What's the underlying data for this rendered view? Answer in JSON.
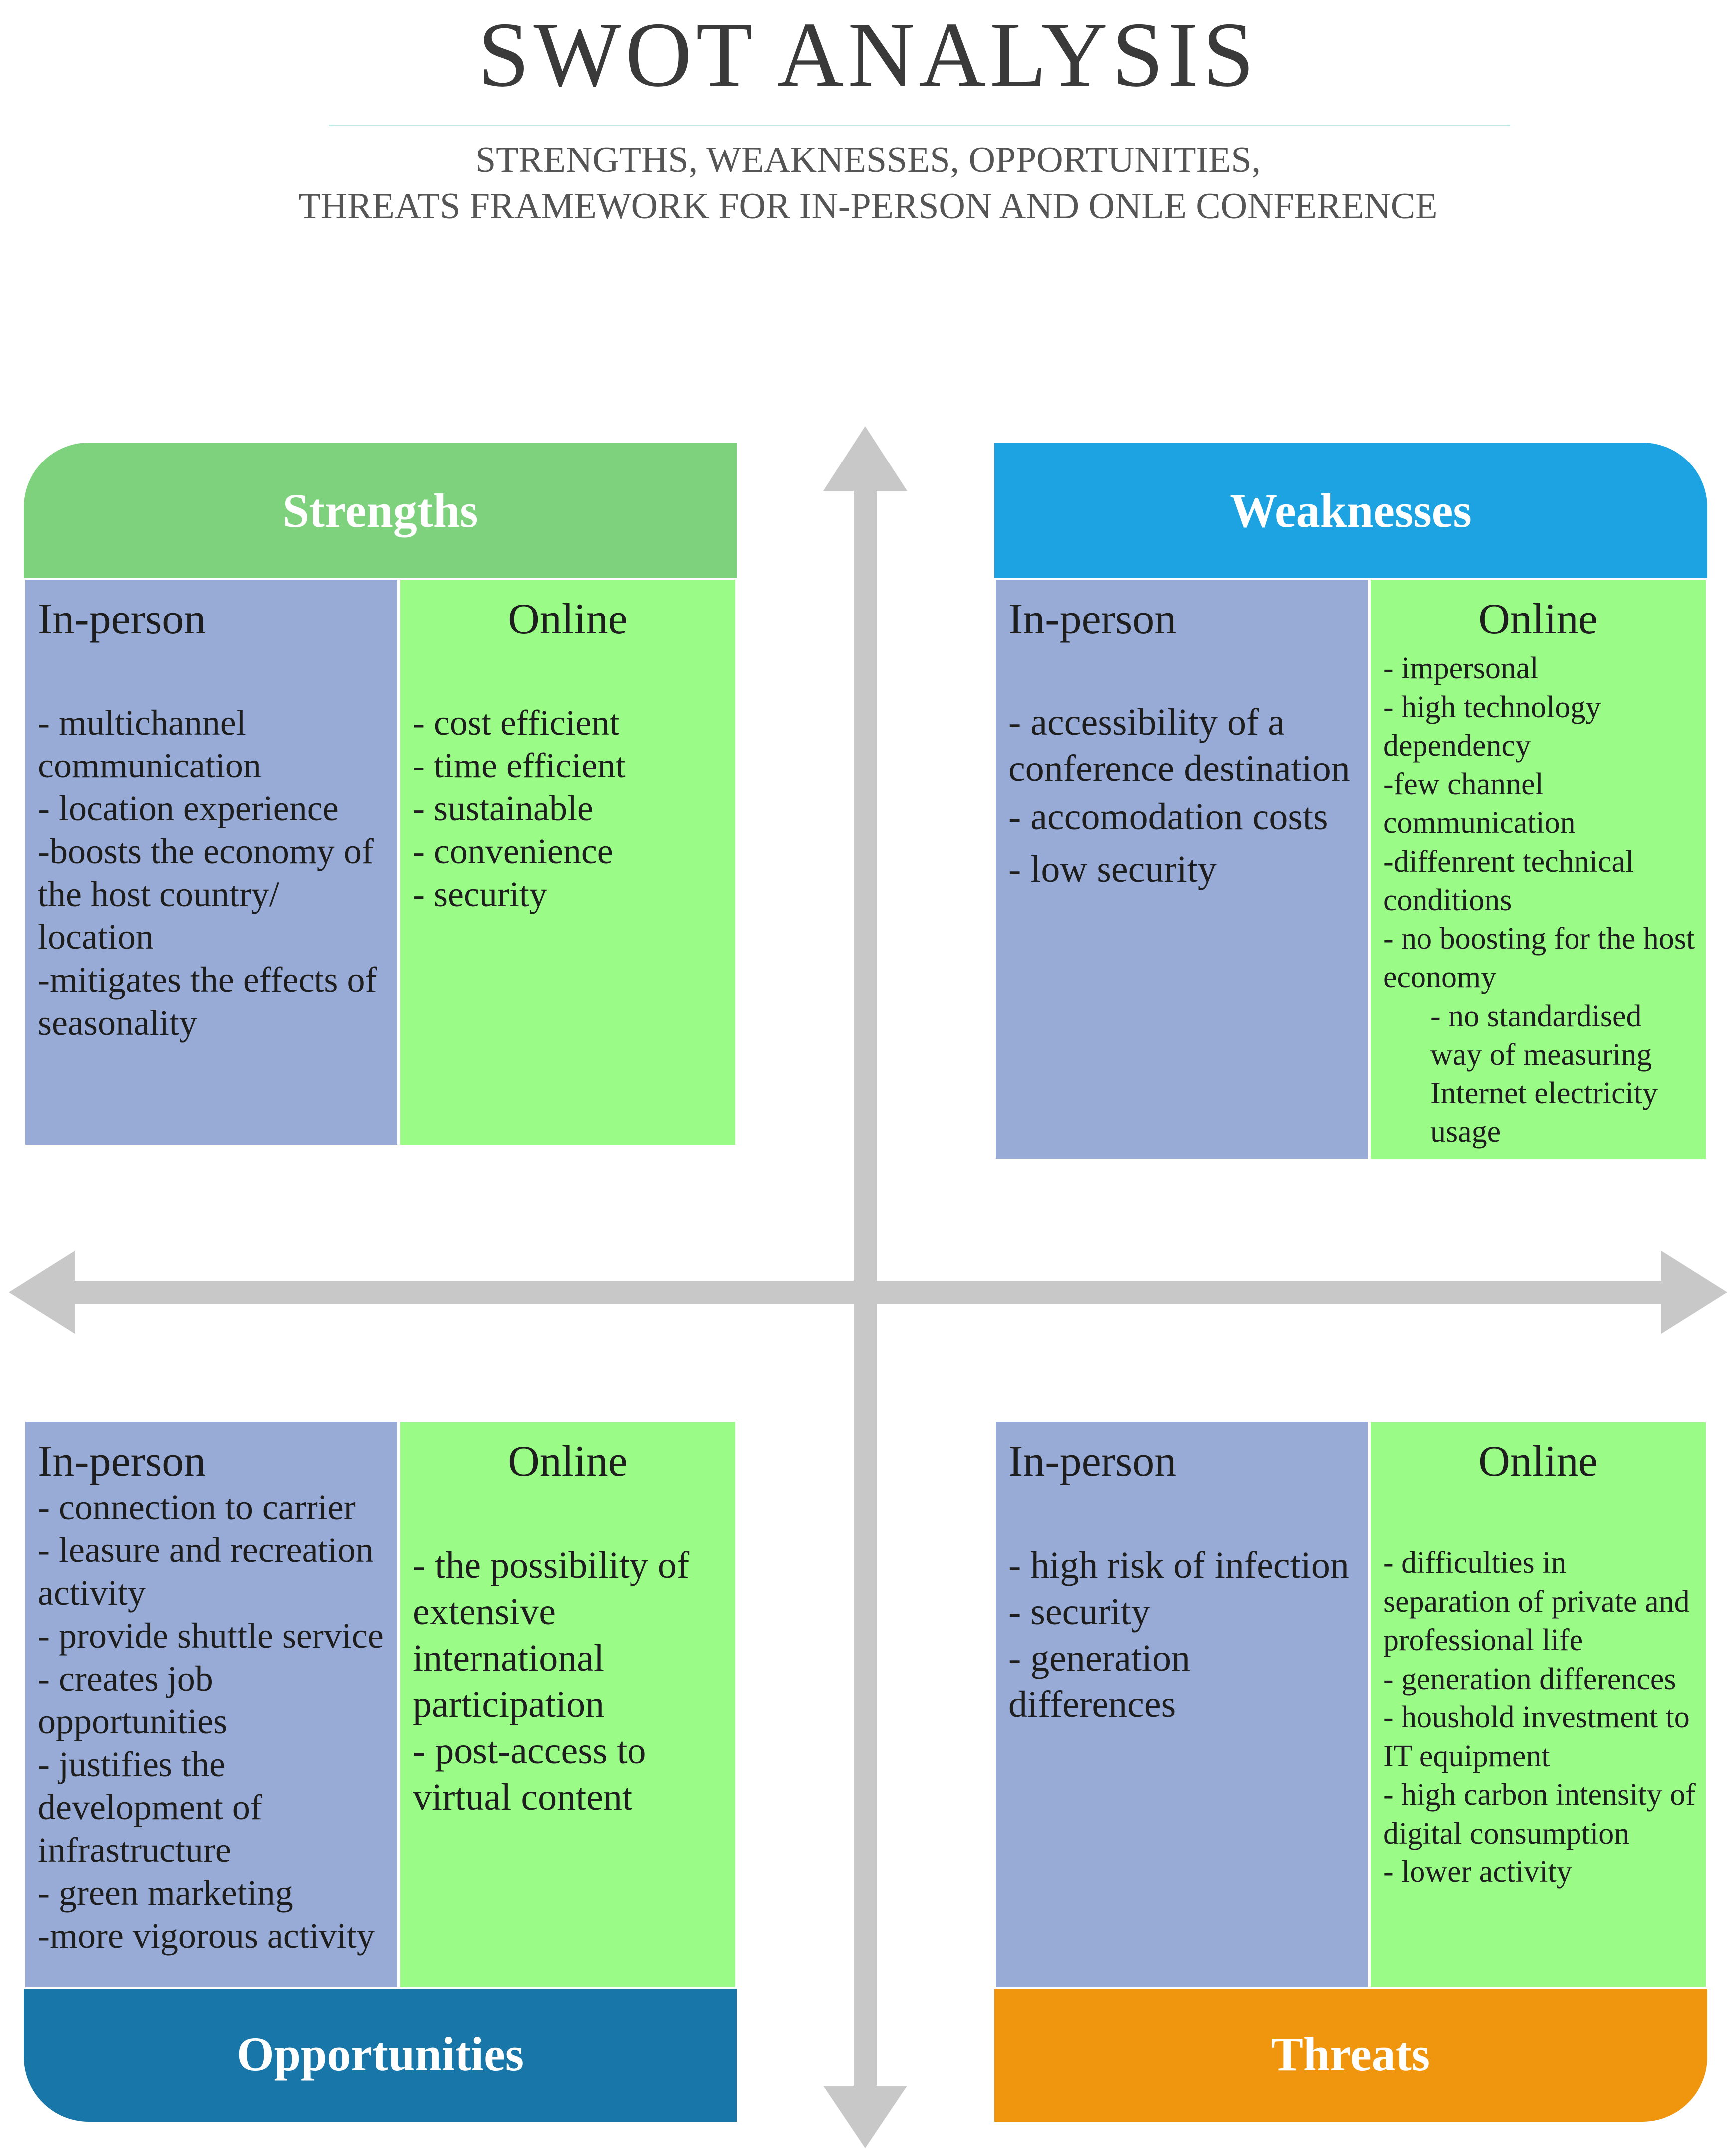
{
  "title": "SWOT ANALYSIS",
  "subtitle_line1": "STRENGTHS, WEAKNESSES, OPPORTUNITIES,",
  "subtitle_line2": "THREATS FRAMEWORK FOR IN-PERSON AND ONLE CONFERENCE",
  "colors": {
    "strengths": "#7ed27e",
    "weaknesses": "#1ea3e2",
    "opportunities": "#1877a8",
    "threats": "#f0960e",
    "in_person_cell": "#97abd6",
    "online_cell": "#9afc86",
    "axis": "#c8c8c8"
  },
  "strengths": {
    "label": "Strengths",
    "in_person": {
      "title": "In-person",
      "items": [
        "- multichannel communication",
        "- location experience",
        "-boosts the economy of the host country/ location",
        "-mitigates the effects of seasonality"
      ]
    },
    "online": {
      "title": "Online",
      "items": [
        "- cost efficient",
        "- time efficient",
        "- sustainable",
        "- convenience",
        "- security"
      ]
    }
  },
  "weaknesses": {
    "label": "Weaknesses",
    "in_person": {
      "title": "In-person",
      "items": [
        "- accessibility of a conference destination",
        "- accomodation costs",
        "- low security"
      ]
    },
    "online": {
      "title": "Online",
      "items": [
        "- impersonal",
        "- high technology dependency",
        "-few channel communication",
        "-diffenrent technical conditions",
        "- no boosting for the host economy",
        "- no standardised way of measuring Internet electricity usage"
      ]
    }
  },
  "opportunities": {
    "label": "Opportunities",
    "in_person": {
      "title": "In-person",
      "items": [
        "- connection to carrier",
        "- leasure and recreation activity",
        "- provide shuttle service",
        "- creates job opportunities",
        "- justifies the development of infrastructure",
        "- green marketing",
        "-more vigorous activity"
      ]
    },
    "online": {
      "title": "Online",
      "items": [
        "- the possibility of extensive international participation",
        "- post-access to virtual content"
      ]
    }
  },
  "threats": {
    "label": "Threats",
    "in_person": {
      "title": "In-person",
      "items": [
        "- high risk of infection",
        "- security",
        "- generation differences"
      ]
    },
    "online": {
      "title": "Online",
      "items": [
        "- difficulties in separation of private and professional life",
        "- generation differences",
        "- houshold investment to IT equipment",
        "- high carbon intensity of digital consumption",
        "- lower activity"
      ]
    }
  }
}
